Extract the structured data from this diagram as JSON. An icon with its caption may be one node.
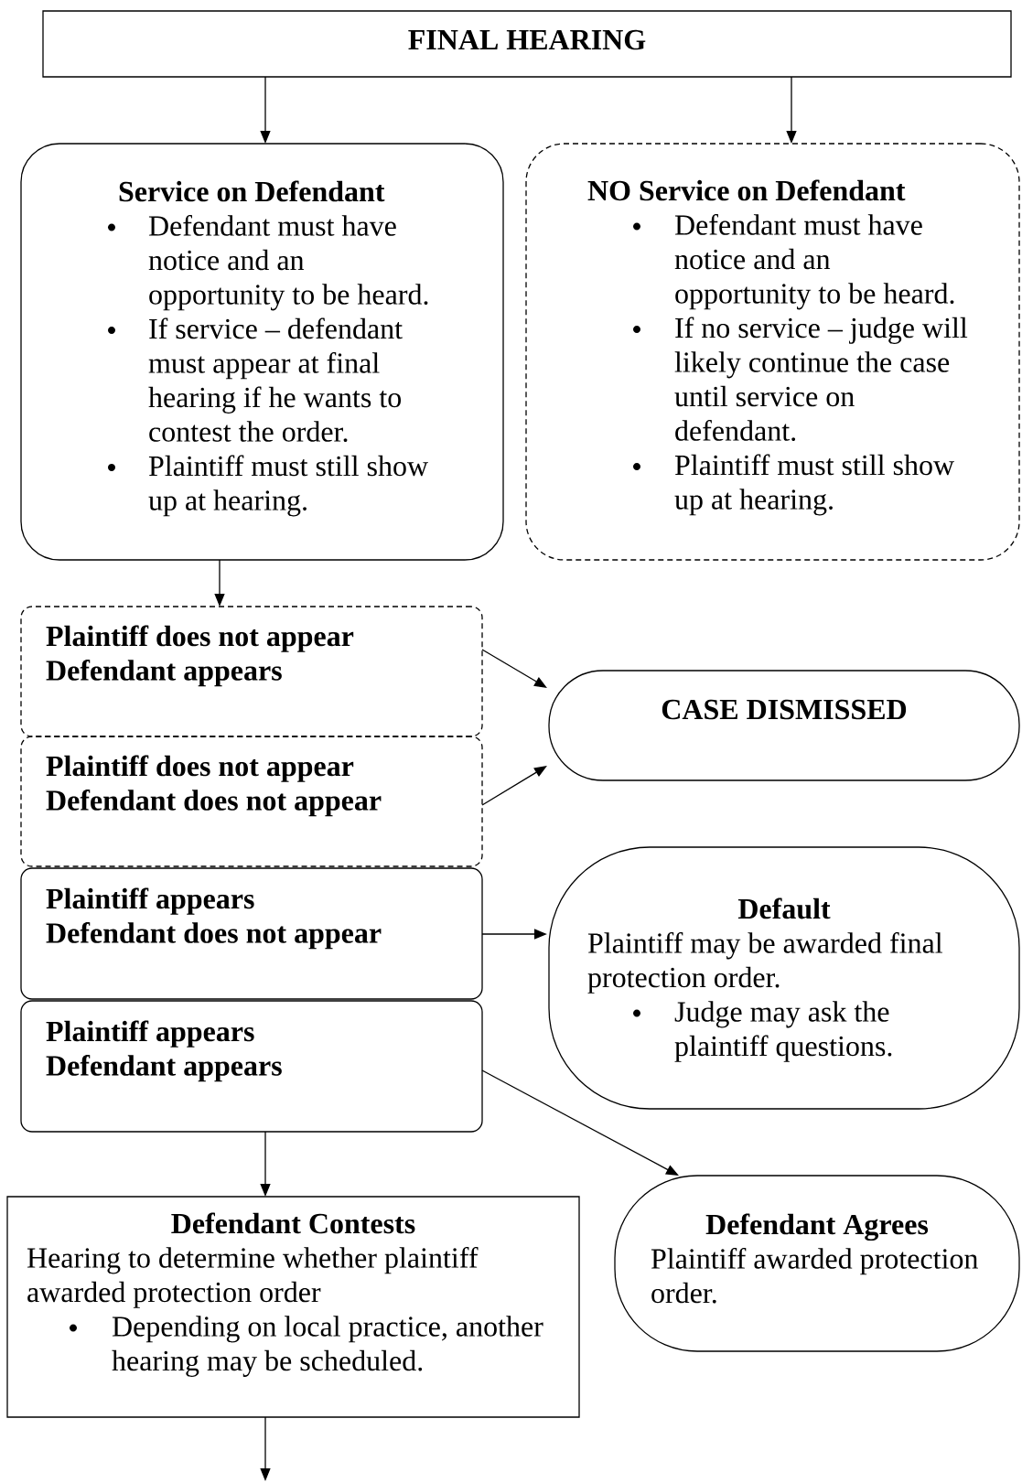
{
  "diagram": {
    "nodes": [
      {
        "text": [
          "FINAL HEARING"
        ]
      },
      {
        "text": [
          "Service on Defendant",
          "Defendant must have notice and an opportunity to be heard.",
          "If service – defendant must appear at final hearing if he wants to contest the order.",
          "Plaintiff must still show up at hearing."
        ]
      },
      {
        "text": [
          "NO Service on Defendant",
          "Defendant must have notice and an opportunity to be heard.",
          "If no service – judge will likely continue the case until service on defendant.",
          "Plaintiff must still show up at hearing."
        ]
      },
      {
        "text": [
          "Plaintiff does not appear",
          "Defendant appears"
        ]
      },
      {
        "text": [
          "Plaintiff does not appear",
          "Defendant does not appear"
        ]
      },
      {
        "text": [
          "Plaintiff appears",
          "Defendant does not appear"
        ]
      },
      {
        "text": [
          "Plaintiff appears",
          "Defendant appears"
        ]
      },
      {
        "text": [
          "CASE DISMISSED"
        ]
      },
      {
        "text": [
          "Default",
          "Plaintiff may be awarded final protection order.",
          "Judge may ask the plaintiff questions."
        ]
      },
      {
        "text": [
          "Defendant Contests",
          "Hearing to determine whether plaintiff awarded protection order",
          "Depending on local practice, another hearing may be scheduled."
        ]
      },
      {
        "text": [
          "Defendant Agrees",
          "Plaintiff awarded protection order."
        ]
      }
    ],
    "edges": [
      {
        "from": 0,
        "to": 1,
        "arrow": "to"
      },
      {
        "from": 0,
        "to": 2,
        "arrow": "to"
      },
      {
        "from": 1,
        "to": 3,
        "arrow": "to"
      },
      {
        "from": 3,
        "to": 7,
        "arrow": "to"
      },
      {
        "from": 4,
        "to": 7,
        "arrow": "to"
      },
      {
        "from": 5,
        "to": 8,
        "arrow": "to"
      },
      {
        "from": 6,
        "to": 10,
        "arrow": "to"
      },
      {
        "from": 6,
        "to": 9,
        "arrow": "to"
      },
      {
        "from": 9,
        "to": null,
        "arrow": "to"
      }
    ]
  }
}
